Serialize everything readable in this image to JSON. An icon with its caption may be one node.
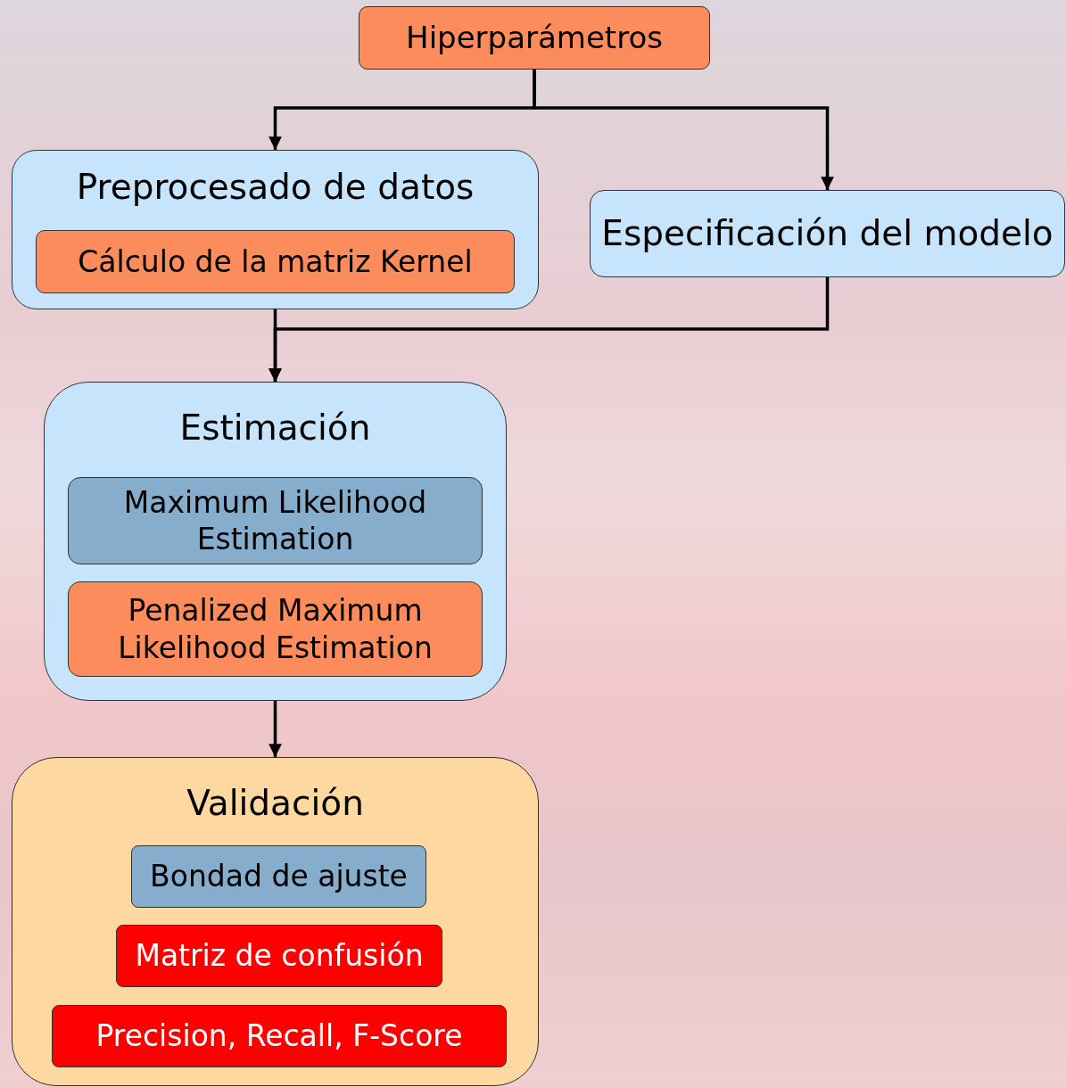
{
  "diagram": {
    "nodes": [
      {
        "text": [
          "Hiperparámetros"
        ]
      },
      {
        "text": [
          "Preprocesado de datos"
        ]
      },
      {
        "text": [
          "Cálculo de la matriz Kernel"
        ],
        "in": 1
      },
      {
        "text": [
          "Especificación del modelo"
        ]
      },
      {
        "text": [
          "Estimación"
        ]
      },
      {
        "text": [
          "Maximum Likelihood Estimation"
        ],
        "in": 4
      },
      {
        "text": [
          "Penalized Maximum Likelihood Estimation"
        ],
        "in": 4
      },
      {
        "text": [
          "Validación"
        ]
      },
      {
        "text": [
          "Bondad de ajuste"
        ],
        "in": 7
      },
      {
        "text": [
          "Matriz de confusión"
        ],
        "in": 7
      },
      {
        "text": [
          "Precision, Recall, F-Score"
        ],
        "in": 7
      }
    ],
    "edges": [
      {
        "from": 0,
        "to": 1,
        "arrow": "to"
      },
      {
        "from": 0,
        "to": 3,
        "arrow": "to"
      },
      {
        "from": 1,
        "to": 4,
        "arrow": "to"
      },
      {
        "from": 3,
        "to": 4,
        "arrow": "to"
      },
      {
        "from": 4,
        "to": 7,
        "arrow": "to"
      }
    ]
  }
}
